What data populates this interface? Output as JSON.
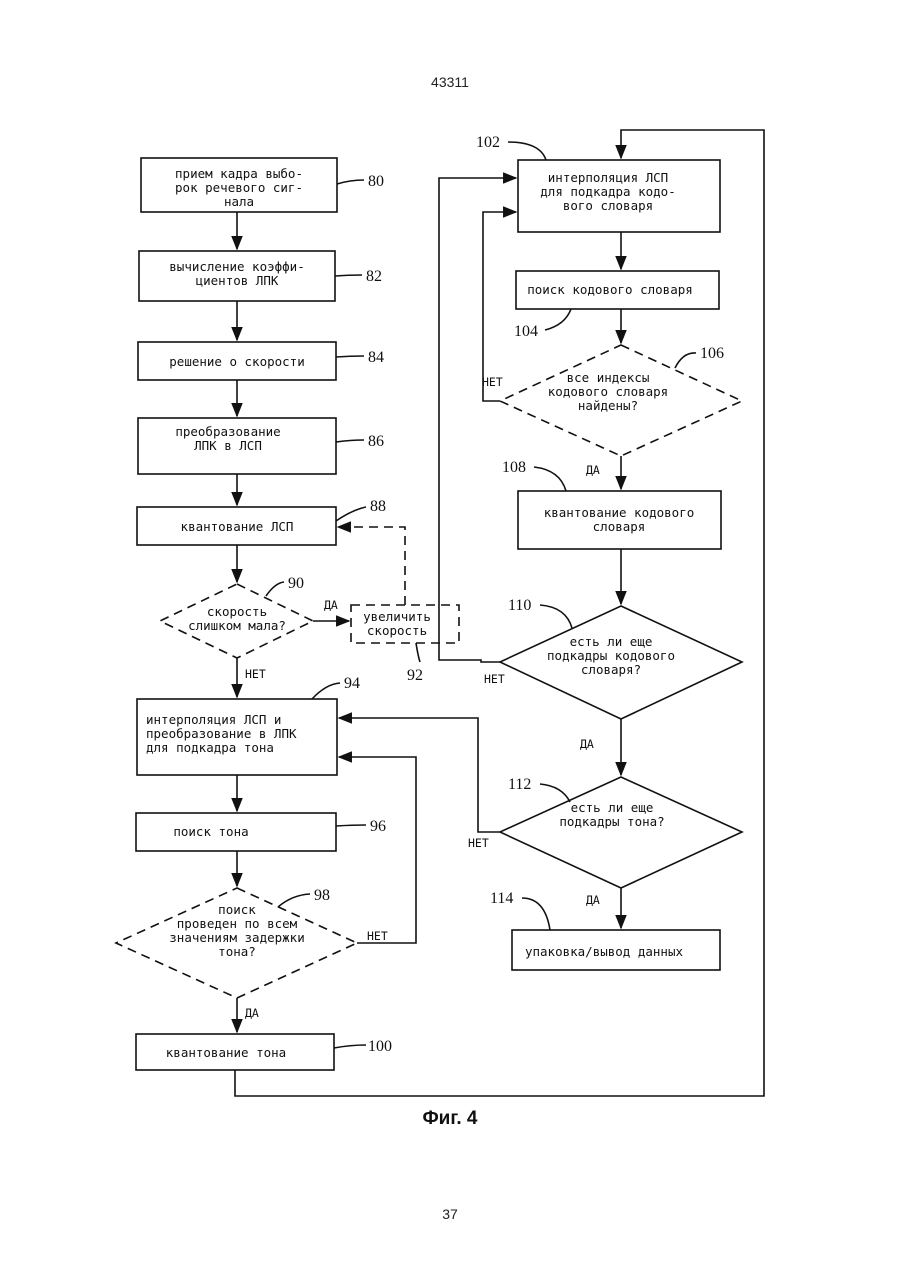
{
  "page": {
    "patent_number": "43311",
    "page_number": "37",
    "figure_caption": "Фиг. 4"
  },
  "blocks": {
    "b80": {
      "ref": "80",
      "lines": [
        "прием кадра выбо-",
        "рок речевого сиг-",
        "нала"
      ]
    },
    "b82": {
      "ref": "82",
      "lines": [
        "вычисление коэффи-",
        "циентов ЛПК"
      ]
    },
    "b84": {
      "ref": "84",
      "lines": [
        "решение о скорости"
      ]
    },
    "b86": {
      "ref": "86",
      "lines": [
        "преобразование",
        "ЛПК в ЛСП"
      ]
    },
    "b88": {
      "ref": "88",
      "lines": [
        "квантование ЛСП"
      ]
    },
    "b90": {
      "ref": "90",
      "lines": [
        "скорость",
        "слишком мала?"
      ]
    },
    "b92": {
      "ref": "92",
      "lines": [
        "увеличить",
        "скорость"
      ]
    },
    "b94": {
      "ref": "94",
      "lines": [
        "интерполяция ЛСП и",
        "преобразование в ЛПК",
        "для подкадра тона"
      ]
    },
    "b96": {
      "ref": "96",
      "lines": [
        "поиск тона"
      ]
    },
    "b98": {
      "ref": "98",
      "lines": [
        "поиск",
        "проведен по всем",
        "значениям задержки",
        "тона?"
      ]
    },
    "b100": {
      "ref": "100",
      "lines": [
        "квантование тона"
      ]
    },
    "b102": {
      "ref": "102",
      "lines": [
        "интерполяция ЛСП",
        "для подкадра кодо-",
        "вого словаря"
      ]
    },
    "b104": {
      "ref": "104",
      "lines": [
        "поиск кодового словаря"
      ]
    },
    "b106": {
      "ref": "106",
      "lines": [
        "все индексы",
        "кодового словаря",
        "найдены?"
      ]
    },
    "b108": {
      "ref": "108",
      "lines": [
        "квантование кодового",
        "словаря"
      ]
    },
    "b110": {
      "ref": "110",
      "lines": [
        "есть ли еще",
        "подкадры кодового",
        "словаря?"
      ]
    },
    "b112": {
      "ref": "112",
      "lines": [
        "есть ли еще",
        "подкадры тона?"
      ]
    },
    "b114": {
      "ref": "114",
      "lines": [
        "упаковка/вывод данных"
      ]
    }
  },
  "edge_labels": {
    "yes90": "ДА",
    "no90": "НЕТ",
    "no98": "НЕТ",
    "yes98": "ДА",
    "no106": "НЕТ",
    "yes106": "ДА",
    "no110": "НЕТ",
    "yes110": "ДА",
    "no112": "НЕТ",
    "yes112": "ДА"
  }
}
